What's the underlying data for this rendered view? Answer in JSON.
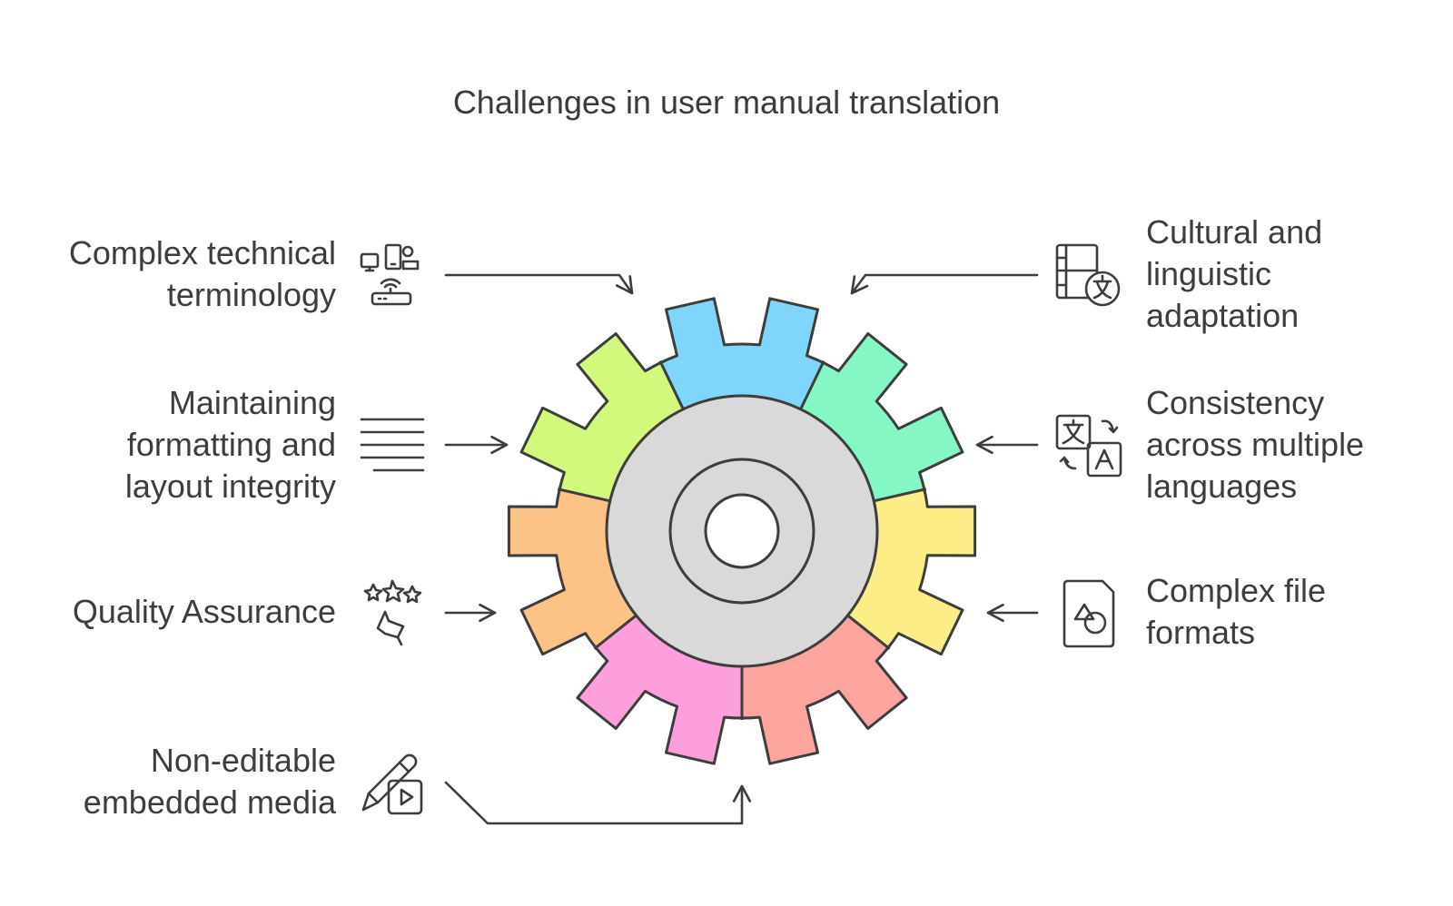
{
  "title": "Challenges in user manual translation",
  "colors": {
    "stroke": "#3d3d3d",
    "hub": "#d9d9d9",
    "teeth": [
      "#7ed7fb",
      "#84f7c5",
      "#fded86",
      "#fca49e",
      "#fd9fdc",
      "#fcc286",
      "#d2f97b"
    ]
  },
  "challenges": {
    "technical": {
      "lines": [
        "Complex technical",
        "terminology"
      ],
      "icon": "devices-network-icon"
    },
    "formatting": {
      "lines": [
        "Maintaining",
        "formatting and",
        "layout integrity"
      ],
      "icon": "text-lines-icon"
    },
    "qa": {
      "lines": [
        "Quality Assurance"
      ],
      "icon": "stars-hand-icon"
    },
    "media": {
      "lines": [
        "Non-editable",
        "embedded media"
      ],
      "icon": "pencil-video-icon"
    },
    "cultural": {
      "lines": [
        "Cultural and",
        "linguistic",
        "adaptation"
      ],
      "icon": "film-language-icon"
    },
    "consistency": {
      "lines": [
        "Consistency",
        "across multiple",
        "languages"
      ],
      "icon": "translate-icon"
    },
    "fileformats": {
      "lines": [
        "Complex file",
        "formats"
      ],
      "icon": "file-shapes-icon"
    }
  }
}
